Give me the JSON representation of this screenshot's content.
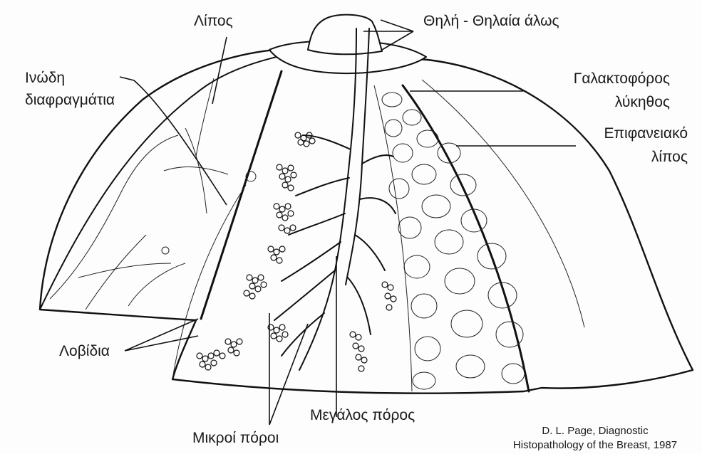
{
  "labels": {
    "fat": "Λίπος",
    "fibrous_septa_line1": "Ινώδη",
    "fibrous_septa_line2": "διαφραγμάτια",
    "nipple_areola": "Θηλή - Θηλαία άλως",
    "lactiferous_sinus_line1": "Γαλακτοφόρος",
    "lactiferous_sinus_line2": "λύκηθος",
    "superficial_fat_line1": "Επιφανειακό",
    "superficial_fat_line2": "λίπος",
    "lobules": "Λοβίδια",
    "large_duct": "Μεγάλος πόρος",
    "small_ducts": "Μικροί πόροι"
  },
  "credit": {
    "line1": "D. L. Page, Diagnostic",
    "line2": "Histopathology of the Breast, 1987"
  }
}
